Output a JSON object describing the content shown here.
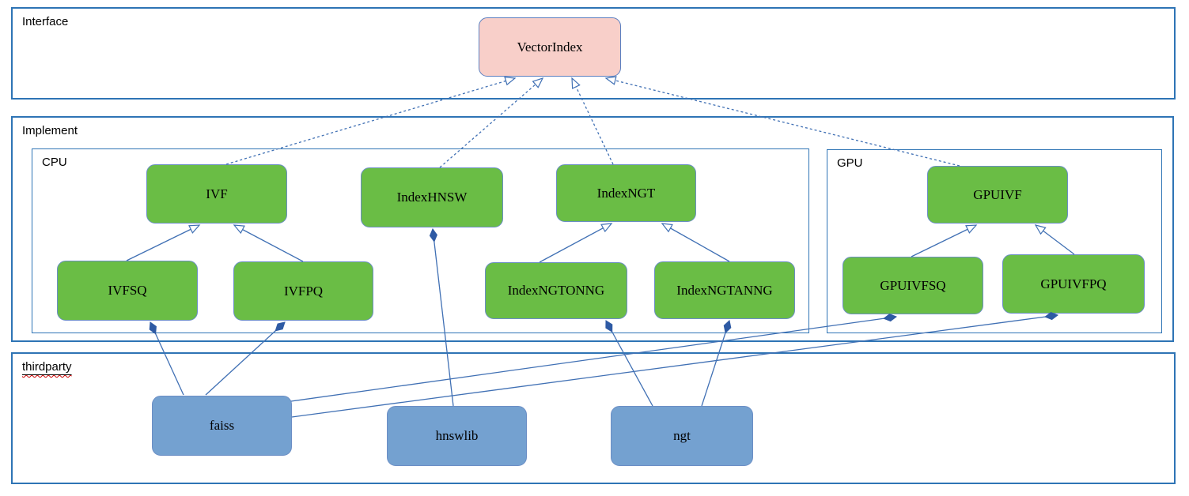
{
  "diagram": {
    "colors": {
      "container_border": "#2e74b5",
      "node_border": "#6b8ec5",
      "green_fill": "#6abd45",
      "blue_fill": "#74a1d0",
      "pink_fill": "#f8cfc9",
      "edge": "#4070b4",
      "diamond": "#2e5aa4",
      "spellcheck": "#cc0000"
    },
    "containers": {
      "interface": {
        "label": "Interface"
      },
      "implement": {
        "label": "Implement"
      },
      "cpu": {
        "label": "CPU"
      },
      "gpu": {
        "label": "GPU"
      },
      "thirdparty": {
        "label": "thirdparty"
      }
    },
    "nodes": {
      "vectorindex": {
        "label": "VectorIndex"
      },
      "ivf": {
        "label": "IVF"
      },
      "indexhnsw": {
        "label": "IndexHNSW"
      },
      "indexngt": {
        "label": "IndexNGT"
      },
      "ivfsq": {
        "label": "IVFSQ"
      },
      "ivfpq": {
        "label": "IVFPQ"
      },
      "indexngtonng": {
        "label": "IndexNGTONNG"
      },
      "indexngtanng": {
        "label": "IndexNGTANNG"
      },
      "gpuivf": {
        "label": "GPUIVF"
      },
      "gpuivfsq": {
        "label": "GPUIVFSQ"
      },
      "gpuivfpq": {
        "label": "GPUIVFPQ"
      },
      "faiss": {
        "label": "faiss"
      },
      "hnswlib": {
        "label": "hnswlib"
      },
      "ngt": {
        "label": "ngt"
      }
    },
    "edges": [
      {
        "from": "IVF",
        "to": "VectorIndex",
        "relation": "realization"
      },
      {
        "from": "IndexHNSW",
        "to": "VectorIndex",
        "relation": "realization"
      },
      {
        "from": "IndexNGT",
        "to": "VectorIndex",
        "relation": "realization"
      },
      {
        "from": "GPUIVF",
        "to": "VectorIndex",
        "relation": "realization"
      },
      {
        "from": "IVFSQ",
        "to": "IVF",
        "relation": "generalization"
      },
      {
        "from": "IVFPQ",
        "to": "IVF",
        "relation": "generalization"
      },
      {
        "from": "IndexNGTONNG",
        "to": "IndexNGT",
        "relation": "generalization"
      },
      {
        "from": "IndexNGTANNG",
        "to": "IndexNGT",
        "relation": "generalization"
      },
      {
        "from": "GPUIVFSQ",
        "to": "GPUIVF",
        "relation": "generalization"
      },
      {
        "from": "GPUIVFPQ",
        "to": "GPUIVF",
        "relation": "generalization"
      },
      {
        "from": "faiss",
        "to": "IVFSQ",
        "relation": "composition"
      },
      {
        "from": "faiss",
        "to": "IVFPQ",
        "relation": "composition"
      },
      {
        "from": "hnswlib",
        "to": "IndexHNSW",
        "relation": "composition"
      },
      {
        "from": "ngt",
        "to": "IndexNGTONNG",
        "relation": "composition"
      },
      {
        "from": "ngt",
        "to": "IndexNGTANNG",
        "relation": "composition"
      },
      {
        "from": "faiss",
        "to": "GPUIVFSQ",
        "relation": "composition"
      },
      {
        "from": "faiss",
        "to": "GPUIVFPQ",
        "relation": "composition"
      }
    ]
  }
}
